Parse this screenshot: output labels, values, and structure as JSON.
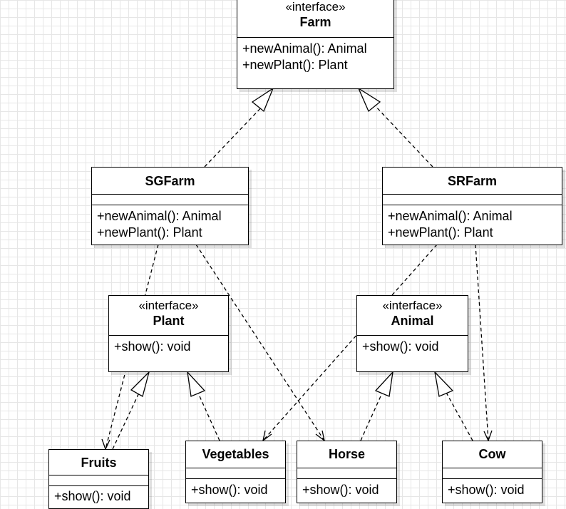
{
  "classes": {
    "farm": {
      "stereotype": "«interface»",
      "name": "Farm",
      "ops": [
        "+newAnimal(): Animal",
        "+newPlant(): Plant"
      ]
    },
    "sgfarm": {
      "name": "SGFarm",
      "ops": [
        "+newAnimal(): Animal",
        "+newPlant(): Plant"
      ]
    },
    "srfarm": {
      "name": "SRFarm",
      "ops": [
        "+newAnimal(): Animal",
        "+newPlant(): Plant"
      ]
    },
    "plant": {
      "stereotype": "«interface»",
      "name": "Plant",
      "ops": [
        "+show(): void"
      ]
    },
    "animal": {
      "stereotype": "«interface»",
      "name": "Animal",
      "ops": [
        "+show(): void"
      ]
    },
    "fruits": {
      "name": "Fruits",
      "ops": [
        "+show(): void"
      ]
    },
    "vegetables": {
      "name": "Vegetables",
      "ops": [
        "+show(): void"
      ]
    },
    "horse": {
      "name": "Horse",
      "ops": [
        "+show(): void"
      ]
    },
    "cow": {
      "name": "Cow",
      "ops": [
        "+show(): void"
      ]
    }
  },
  "relations": [
    {
      "from": "SGFarm",
      "to": "Farm",
      "kind": "realization"
    },
    {
      "from": "SRFarm",
      "to": "Farm",
      "kind": "realization"
    },
    {
      "from": "Fruits",
      "to": "Plant",
      "kind": "realization"
    },
    {
      "from": "Vegetables",
      "to": "Plant",
      "kind": "realization"
    },
    {
      "from": "Horse",
      "to": "Animal",
      "kind": "realization"
    },
    {
      "from": "Cow",
      "to": "Animal",
      "kind": "realization"
    },
    {
      "from": "SGFarm",
      "to": "Fruits",
      "kind": "dependency"
    },
    {
      "from": "SGFarm",
      "to": "Horse",
      "kind": "dependency"
    },
    {
      "from": "SRFarm",
      "to": "Vegetables",
      "kind": "dependency"
    },
    {
      "from": "SRFarm",
      "to": "Cow",
      "kind": "dependency"
    }
  ]
}
